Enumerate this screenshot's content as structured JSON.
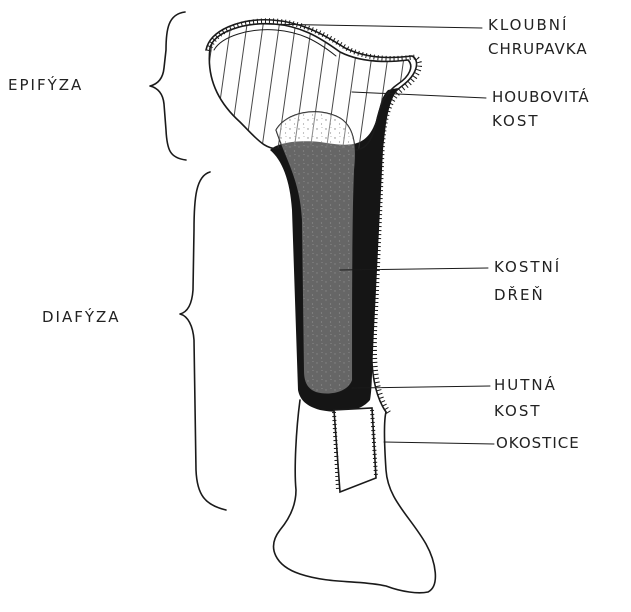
{
  "colors": {
    "ink": "#1a1a1a",
    "compact_bone": "#151515",
    "marrow_fill": "#ffffff",
    "background": "#ffffff"
  },
  "regions": {
    "epiphysis": "EPIFÝZA",
    "diaphysis": "DIAFÝZA"
  },
  "labels": {
    "cartilage_line1": "KLOUBNÍ",
    "cartilage_line2": "CHRUPAVKA",
    "spongy_line1": "HOUBOVITÁ",
    "spongy_line2": "KOST",
    "marrow_line1": "KOSTNÍ",
    "marrow_line2": "DŘEŇ",
    "compact_line1": "HUTNÁ",
    "compact_line2": "KOST",
    "periosteum": "OKOSTICE"
  }
}
